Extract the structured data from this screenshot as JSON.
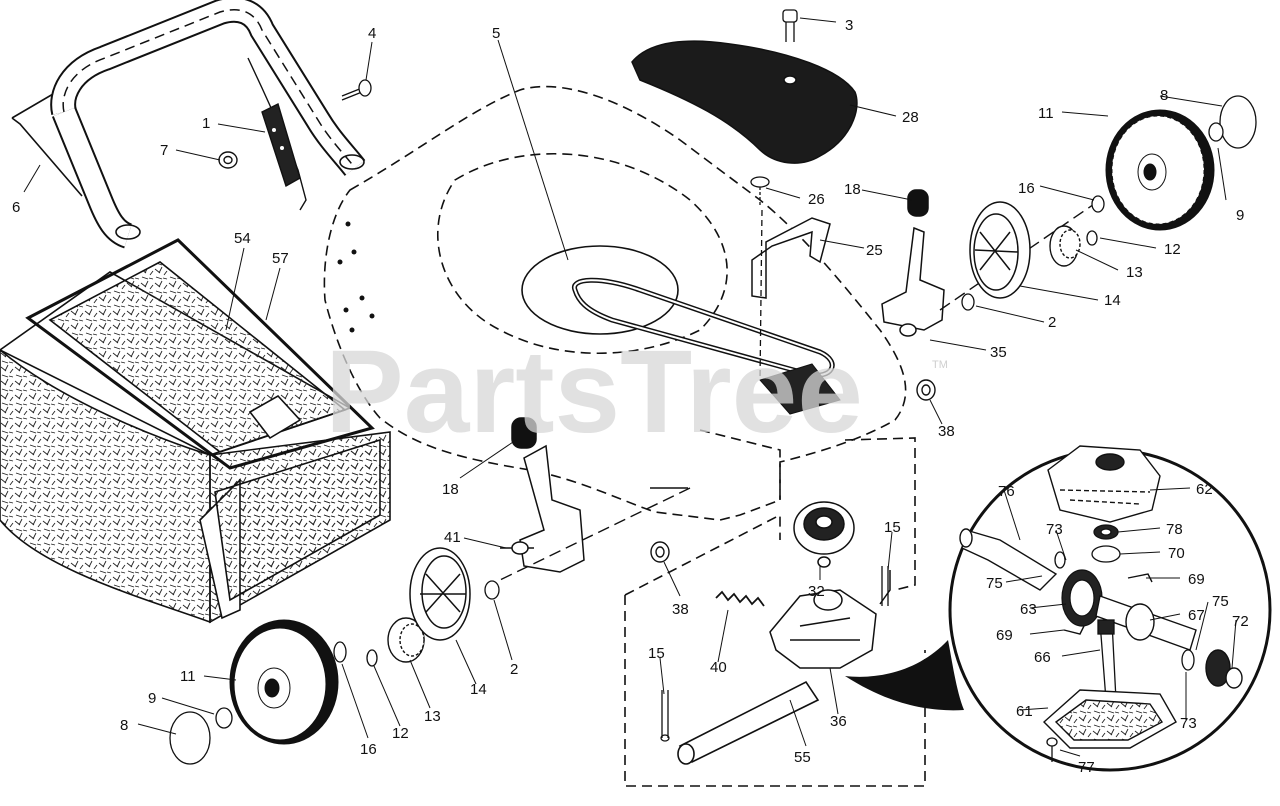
{
  "watermark": {
    "text": "PartsTree",
    "trademark": "TM"
  },
  "callouts": [
    {
      "id": "c1",
      "text": "1"
    },
    {
      "id": "c2a",
      "text": "2"
    },
    {
      "id": "c2b",
      "text": "2"
    },
    {
      "id": "c3",
      "text": "3"
    },
    {
      "id": "c4",
      "text": "4"
    },
    {
      "id": "c5",
      "text": "5"
    },
    {
      "id": "c6",
      "text": "6"
    },
    {
      "id": "c7",
      "text": "7"
    },
    {
      "id": "c8a",
      "text": "8"
    },
    {
      "id": "c8b",
      "text": "8"
    },
    {
      "id": "c9a",
      "text": "9"
    },
    {
      "id": "c9b",
      "text": "9"
    },
    {
      "id": "c11a",
      "text": "11"
    },
    {
      "id": "c11b",
      "text": "11"
    },
    {
      "id": "c12a",
      "text": "12"
    },
    {
      "id": "c12b",
      "text": "12"
    },
    {
      "id": "c13a",
      "text": "13"
    },
    {
      "id": "c13b",
      "text": "13"
    },
    {
      "id": "c14a",
      "text": "14"
    },
    {
      "id": "c14b",
      "text": "14"
    },
    {
      "id": "c15a",
      "text": "15"
    },
    {
      "id": "c15b",
      "text": "15"
    },
    {
      "id": "c16a",
      "text": "16"
    },
    {
      "id": "c16b",
      "text": "16"
    },
    {
      "id": "c18a",
      "text": "18"
    },
    {
      "id": "c18b",
      "text": "18"
    },
    {
      "id": "c25",
      "text": "25"
    },
    {
      "id": "c26",
      "text": "26"
    },
    {
      "id": "c28",
      "text": "28"
    },
    {
      "id": "c32",
      "text": "32"
    },
    {
      "id": "c35",
      "text": "35"
    },
    {
      "id": "c36",
      "text": "36"
    },
    {
      "id": "c38a",
      "text": "38"
    },
    {
      "id": "c38b",
      "text": "38"
    },
    {
      "id": "c40",
      "text": "40"
    },
    {
      "id": "c41",
      "text": "41"
    },
    {
      "id": "c54",
      "text": "54"
    },
    {
      "id": "c55",
      "text": "55"
    },
    {
      "id": "c57",
      "text": "57"
    },
    {
      "id": "c61",
      "text": "61"
    },
    {
      "id": "c62",
      "text": "62"
    },
    {
      "id": "c63",
      "text": "63"
    },
    {
      "id": "c66",
      "text": "66"
    },
    {
      "id": "c67",
      "text": "67"
    },
    {
      "id": "c69a",
      "text": "69"
    },
    {
      "id": "c69b",
      "text": "69"
    },
    {
      "id": "c70",
      "text": "70"
    },
    {
      "id": "c72",
      "text": "72"
    },
    {
      "id": "c73a",
      "text": "73"
    },
    {
      "id": "c73b",
      "text": "73"
    },
    {
      "id": "c75a",
      "text": "75"
    },
    {
      "id": "c75b",
      "text": "75"
    },
    {
      "id": "c76",
      "text": "76"
    },
    {
      "id": "c77",
      "text": "77"
    },
    {
      "id": "c78",
      "text": "78"
    }
  ]
}
